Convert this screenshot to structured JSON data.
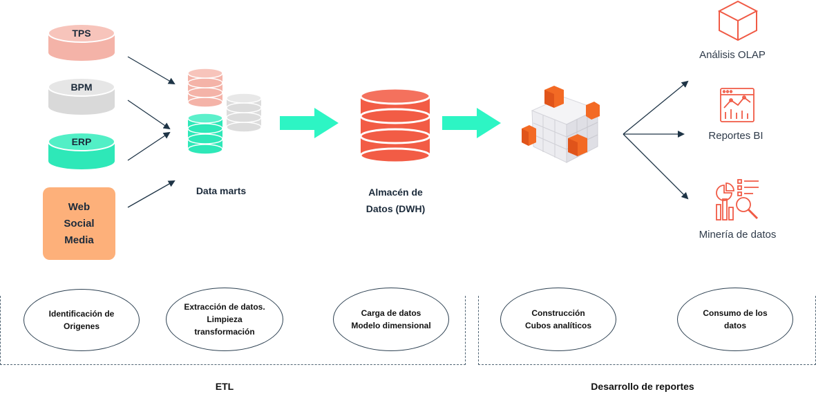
{
  "sources": {
    "tps": "TPS",
    "bpm": "BPM",
    "erp": "ERP",
    "web": [
      "Web",
      "Social",
      "Media"
    ]
  },
  "data_marts_label": "Data marts",
  "dwh_label": [
    "Almacén de",
    "Datos (DWH)"
  ],
  "outputs": {
    "olap": "Análisis OLAP",
    "bi": "Reportes BI",
    "mining": "Minería de datos"
  },
  "steps": {
    "identificacion": [
      "Identificación de",
      "Origenes"
    ],
    "extraccion": [
      "Extracción de datos.",
      "Limpieza",
      "transformación"
    ],
    "carga": [
      "Carga de datos",
      "Modelo dimensional"
    ],
    "construccion": [
      "Construcción",
      "Cubos analíticos"
    ],
    "consumo": [
      "Consumo de los",
      "datos"
    ]
  },
  "groups": {
    "etl": "ETL",
    "reportes": "Desarrollo de reportes"
  },
  "colors": {
    "pink": "#f4b3a8",
    "grey": "#dcdcdc",
    "teal": "#2ee8b8",
    "orange_box": "#fdb07a",
    "red_db": "#f25c45",
    "arrow_teal": "#2df5c4",
    "icon_red": "#f05a45",
    "navy": "#1e3446"
  }
}
